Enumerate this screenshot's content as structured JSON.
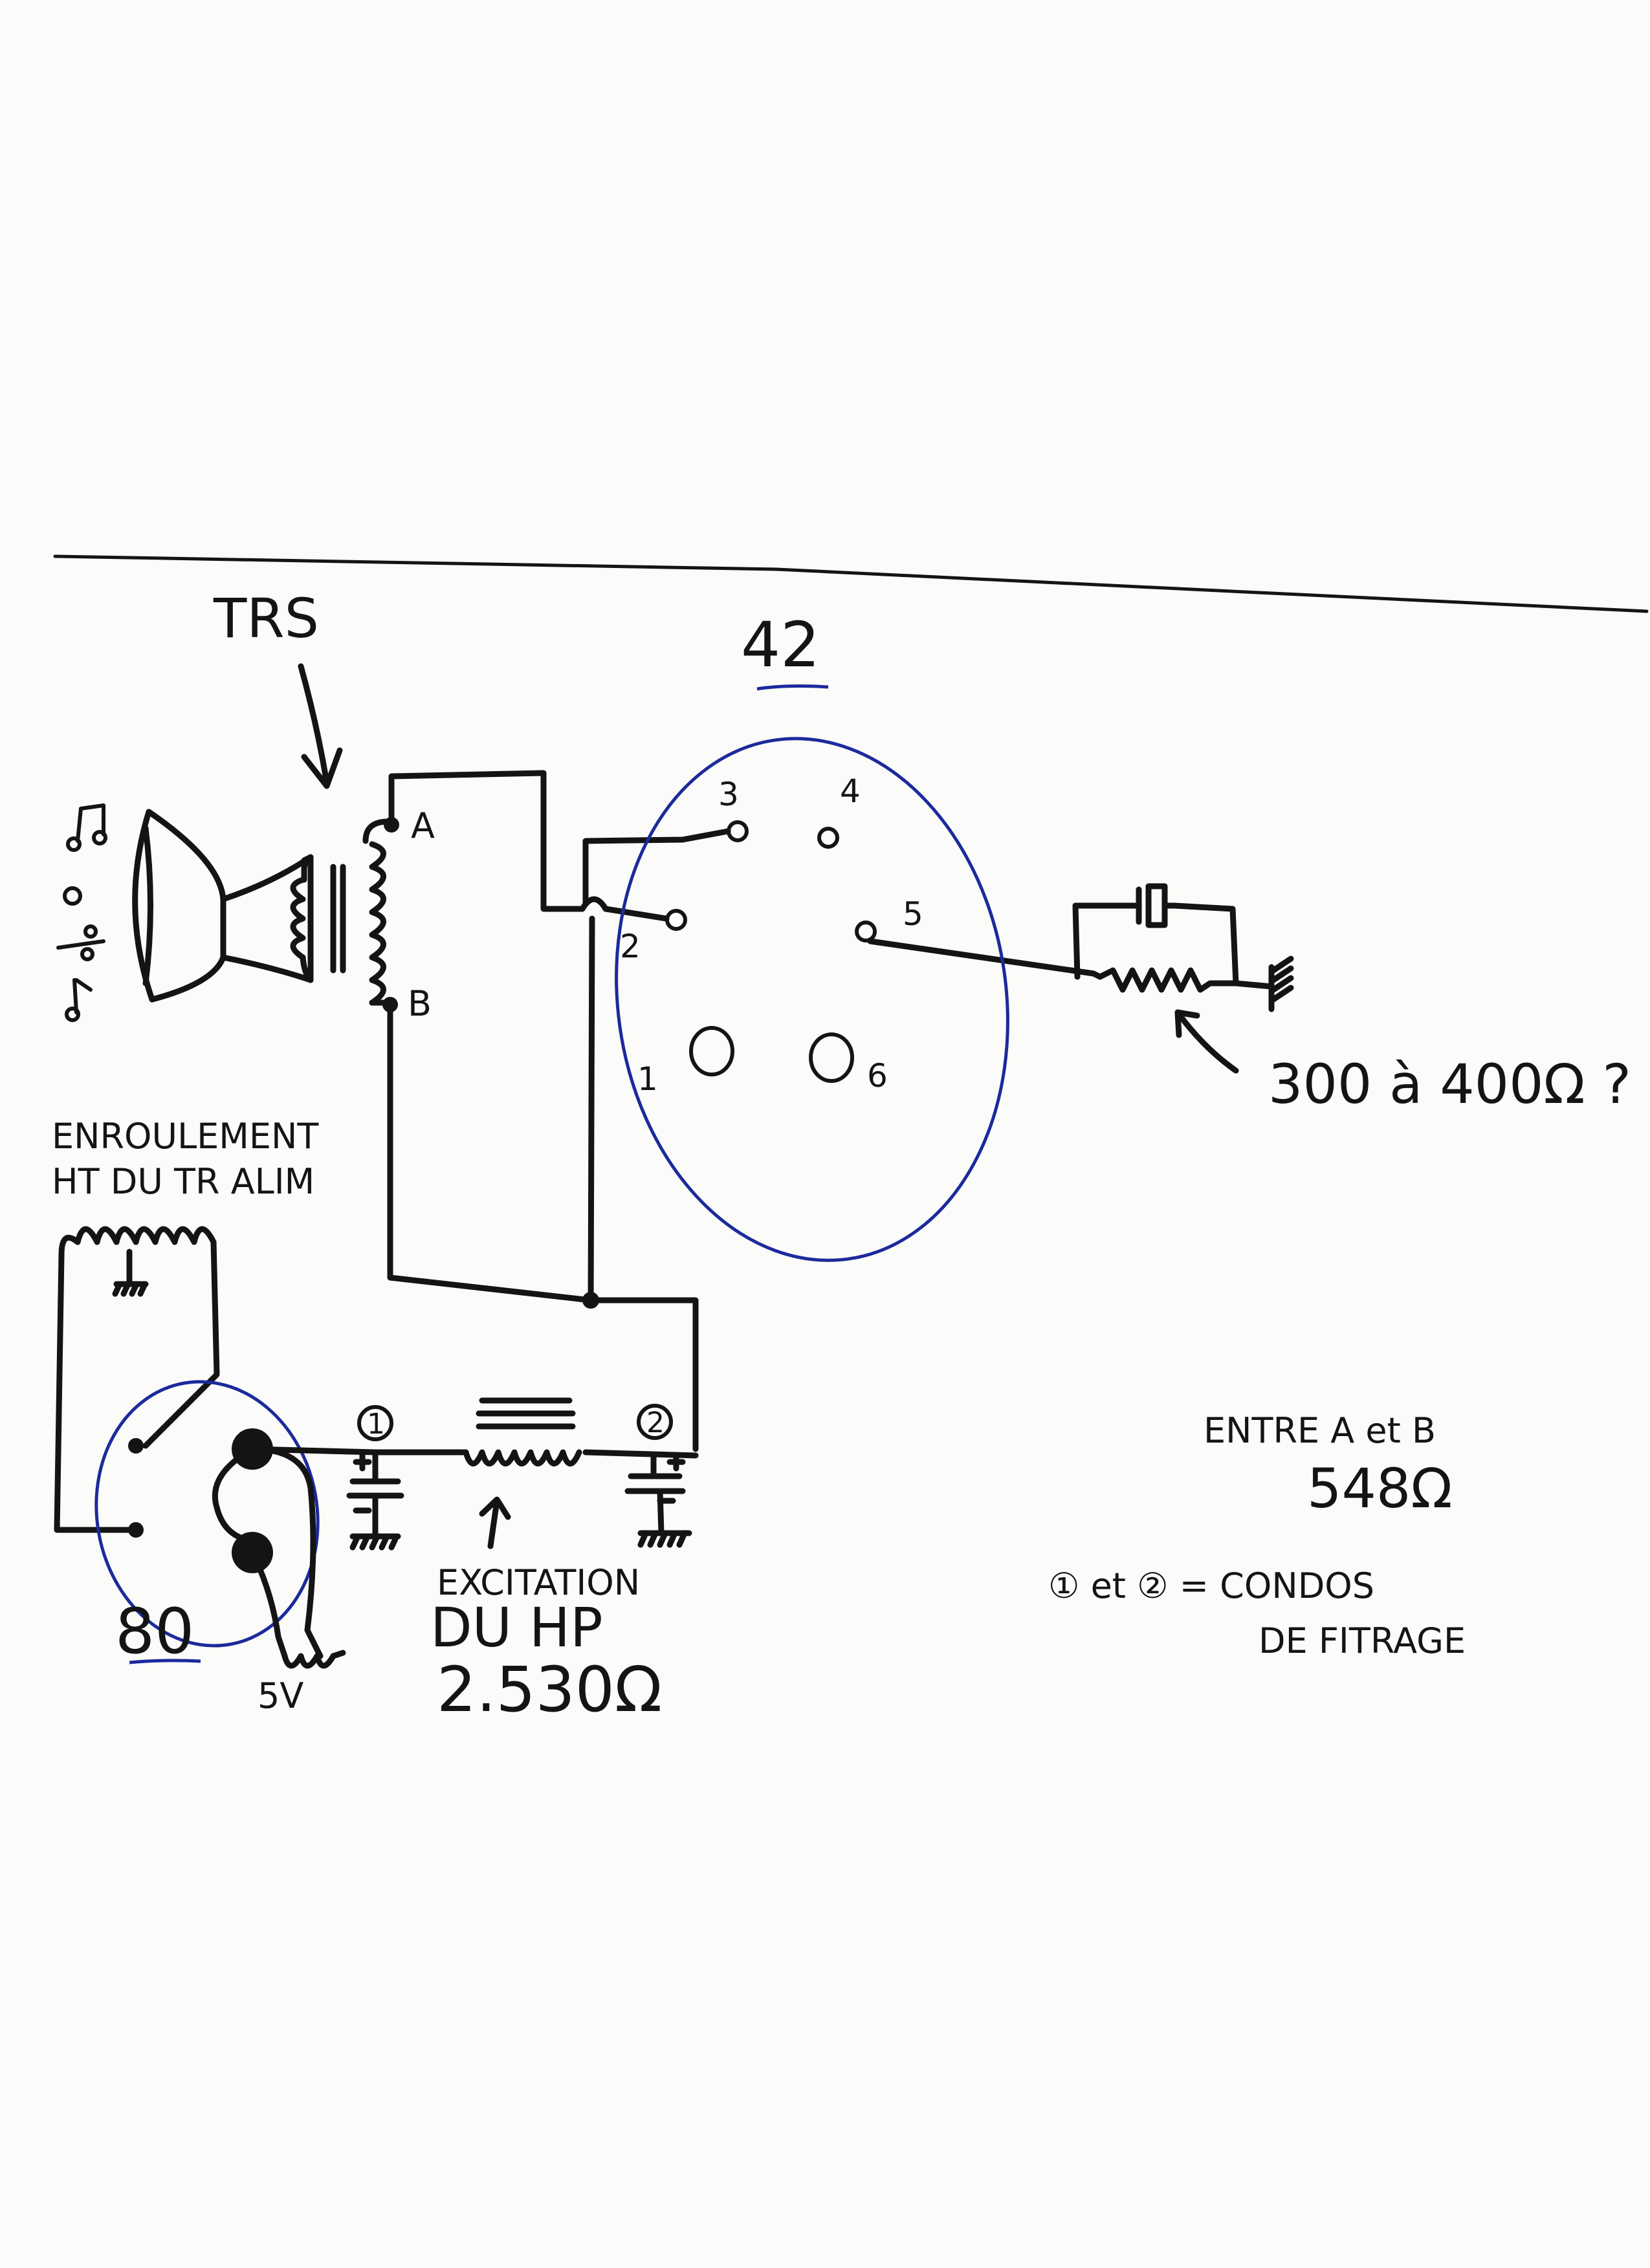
{
  "labels": {
    "trs": "TRS",
    "tube_42": "42",
    "tube_80": "80",
    "tap_a": "A",
    "tap_b": "B",
    "pins": [
      "1",
      "2",
      "3",
      "4",
      "5",
      "6"
    ],
    "winding_line1": "ENROULEMENT",
    "winding_line2": "HT DU TR ALIM",
    "resistor_value": "300 à 400Ω ?",
    "excitation_line1": "EXCITATION",
    "excitation_line2": "DU HP",
    "excitation_value": "2.530Ω",
    "five_volt": "5V",
    "cap_1": "1",
    "cap_2": "2",
    "between_ab": "ENTRE A et B",
    "between_ab_value": "548Ω",
    "caps_note_line1": "① et ② = CONDOS",
    "caps_note_line2": "DE FITRAGE"
  },
  "colors": {
    "ink": "#141414",
    "circle": "#1c2a9c",
    "paper": "#fbfbf9"
  },
  "icons": [
    "speaker-icon",
    "music-note-icon",
    "transformer-icon",
    "inductor-icon",
    "resistor-icon",
    "capacitor-icon",
    "ground-icon",
    "arrow-icon"
  ]
}
